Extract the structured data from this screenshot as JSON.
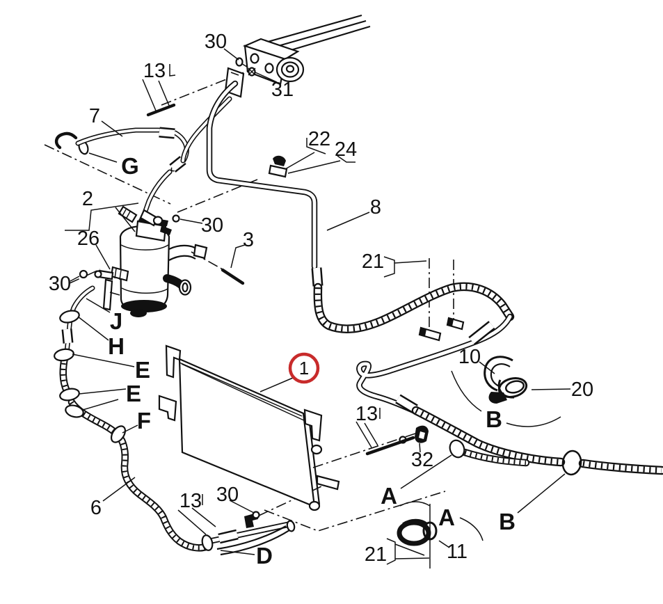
{
  "diagram_type": "exploded-parts-diagram",
  "colors": {
    "line": "#111111",
    "background": "#ffffff",
    "highlight": "#c82b2b"
  },
  "highlighted_callout": "1",
  "callouts": {
    "c30_top": "30",
    "c13_top": "13",
    "c31": "31",
    "c7": "7",
    "cG": "G",
    "c22": "22",
    "c24": "24",
    "c8": "8",
    "c2": "2",
    "c26": "26",
    "c30_left": "30",
    "c30_acc": "30",
    "c3": "3",
    "cJ": "J",
    "cH": "H",
    "cE1": "E",
    "cE2": "E",
    "cF": "F",
    "c1": "1",
    "c21_top": "21",
    "c10": "10",
    "c20": "20",
    "cB1": "B",
    "c13_mid": "13",
    "c32": "32",
    "cA1": "A",
    "cA2": "A",
    "cB2": "B",
    "c6": "6",
    "c13_bot": "13",
    "c30_bot": "30",
    "cD": "D",
    "c21_bot": "21",
    "c11": "11"
  }
}
